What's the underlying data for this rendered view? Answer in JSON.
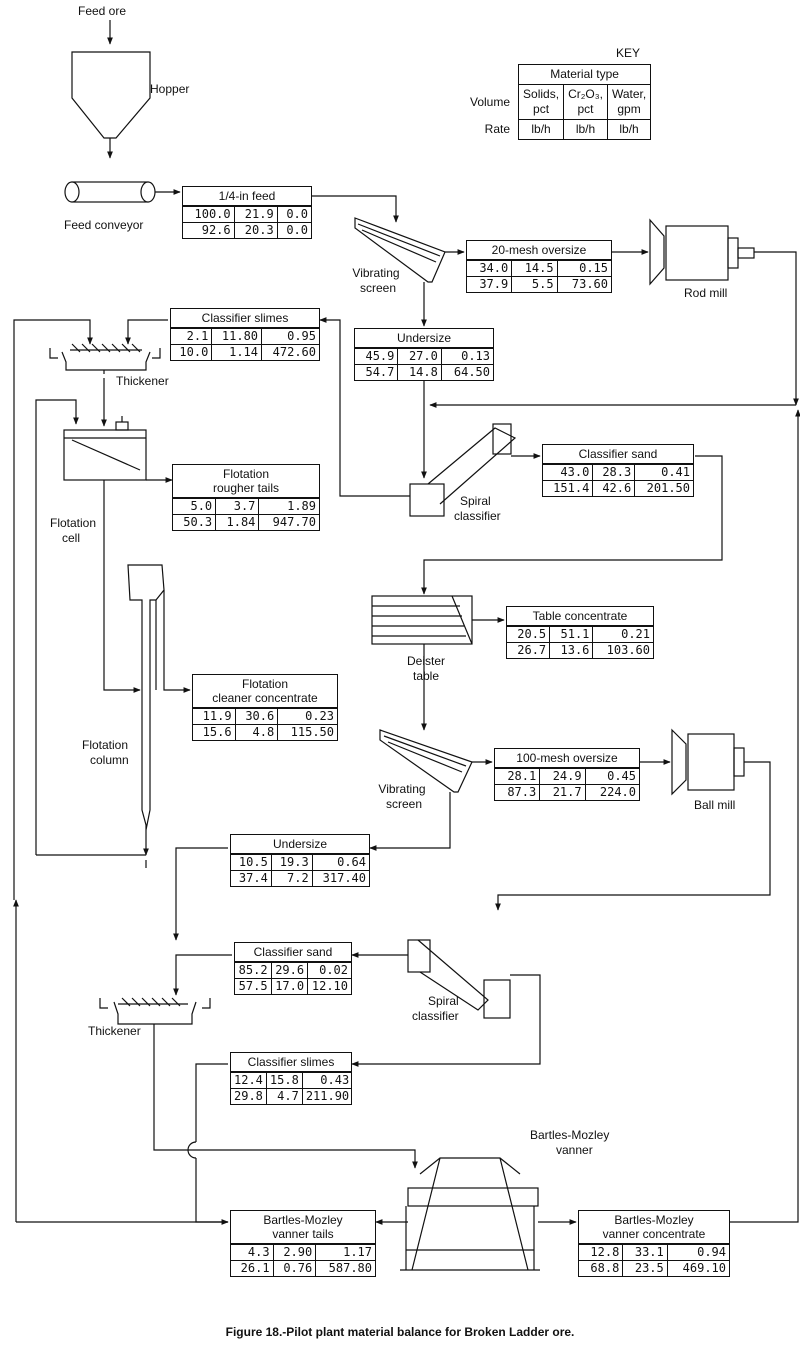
{
  "key": {
    "title": "KEY",
    "header": "Material type",
    "row_labels": [
      "Volume",
      "Rate"
    ],
    "columns": [
      "Solids, pct",
      "Cr₂O₃, pct",
      "Water, gpm"
    ],
    "units": [
      "lb/h",
      "lb/h",
      "lb/h"
    ]
  },
  "labels": {
    "feed_ore": "Feed ore",
    "hopper": "Hopper",
    "feed_conveyor": "Feed conveyor",
    "vibrating_screen_1a": "Vibrating",
    "vibrating_screen_1b": "screen",
    "rod_mill": "Rod mill",
    "thickener_1": "Thickener",
    "spiral_classifier_1a": "Spiral",
    "spiral_classifier_1b": "classifier",
    "flotation_cell_a": "Flotation",
    "flotation_cell_b": "cell",
    "flotation_column_a": "Flotation",
    "flotation_column_b": "column",
    "deister_table_a": "Deister",
    "deister_table_b": "table",
    "vibrating_screen_2a": "Vibrating",
    "vibrating_screen_2b": "screen",
    "ball_mill": "Ball mill",
    "spiral_classifier_2a": "Spiral",
    "spiral_classifier_2b": "classifier",
    "thickener_2": "Thickener",
    "vanner_a": "Bartles-Mozley",
    "vanner_b": "vanner"
  },
  "streams": [
    {
      "id": "quarter_in_feed",
      "title": [
        "1/4-in feed"
      ],
      "rows": [
        [
          "100.0",
          "21.9",
          "0.0"
        ],
        [
          "92.6",
          "20.3",
          "0.0"
        ]
      ]
    },
    {
      "id": "mesh20_oversize",
      "title": [
        "20-mesh oversize"
      ],
      "rows": [
        [
          "34.0",
          "14.5",
          "0.15"
        ],
        [
          "37.9",
          "5.5",
          "73.60"
        ]
      ]
    },
    {
      "id": "classifier_slimes_1",
      "title": [
        "Classifier slimes"
      ],
      "rows": [
        [
          "2.1",
          "11.80",
          "0.95"
        ],
        [
          "10.0",
          "1.14",
          "472.60"
        ]
      ]
    },
    {
      "id": "undersize_1",
      "title": [
        "Undersize"
      ],
      "rows": [
        [
          "45.9",
          "27.0",
          "0.13"
        ],
        [
          "54.7",
          "14.8",
          "64.50"
        ]
      ]
    },
    {
      "id": "flotation_rougher_tails",
      "title": [
        "Flotation",
        "rougher tails"
      ],
      "rows": [
        [
          "5.0",
          "3.7",
          "1.89"
        ],
        [
          "50.3",
          "1.84",
          "947.70"
        ]
      ]
    },
    {
      "id": "classifier_sand_1",
      "title": [
        "Classifier sand"
      ],
      "rows": [
        [
          "43.0",
          "28.3",
          "0.41"
        ],
        [
          "151.4",
          "42.6",
          "201.50"
        ]
      ]
    },
    {
      "id": "table_concentrate",
      "title": [
        "Table concentrate"
      ],
      "rows": [
        [
          "20.5",
          "51.1",
          "0.21"
        ],
        [
          "26.7",
          "13.6",
          "103.60"
        ]
      ]
    },
    {
      "id": "flotation_cleaner_concentrate",
      "title": [
        "Flotation",
        "cleaner concentrate"
      ],
      "rows": [
        [
          "11.9",
          "30.6",
          "0.23"
        ],
        [
          "15.6",
          "4.8",
          "115.50"
        ]
      ]
    },
    {
      "id": "mesh100_oversize",
      "title": [
        "100-mesh oversize"
      ],
      "rows": [
        [
          "28.1",
          "24.9",
          "0.45"
        ],
        [
          "87.3",
          "21.7",
          "224.0"
        ]
      ]
    },
    {
      "id": "undersize_2",
      "title": [
        "Undersize"
      ],
      "rows": [
        [
          "10.5",
          "19.3",
          "0.64"
        ],
        [
          "37.4",
          "7.2",
          "317.40"
        ]
      ]
    },
    {
      "id": "classifier_sand_2",
      "title": [
        "Classifier sand"
      ],
      "rows": [
        [
          "85.2",
          "29.6",
          "0.02"
        ],
        [
          "57.5",
          "17.0",
          "12.10"
        ]
      ]
    },
    {
      "id": "classifier_slimes_2",
      "title": [
        "Classifier slimes"
      ],
      "rows": [
        [
          "12.4",
          "15.8",
          "0.43"
        ],
        [
          "29.8",
          "4.7",
          "211.90"
        ]
      ]
    },
    {
      "id": "vanner_tails",
      "title": [
        "Bartles-Mozley",
        "vanner tails"
      ],
      "rows": [
        [
          "4.3",
          "2.90",
          "1.17"
        ],
        [
          "26.1",
          "0.76",
          "587.80"
        ]
      ]
    },
    {
      "id": "vanner_concentrate",
      "title": [
        "Bartles-Mozley",
        "vanner concentrate"
      ],
      "rows": [
        [
          "12.8",
          "33.1",
          "0.94"
        ],
        [
          "68.8",
          "23.5",
          "469.10"
        ]
      ]
    }
  ],
  "caption": "Figure 18.-Pilot plant material balance for Broken Ladder ore."
}
